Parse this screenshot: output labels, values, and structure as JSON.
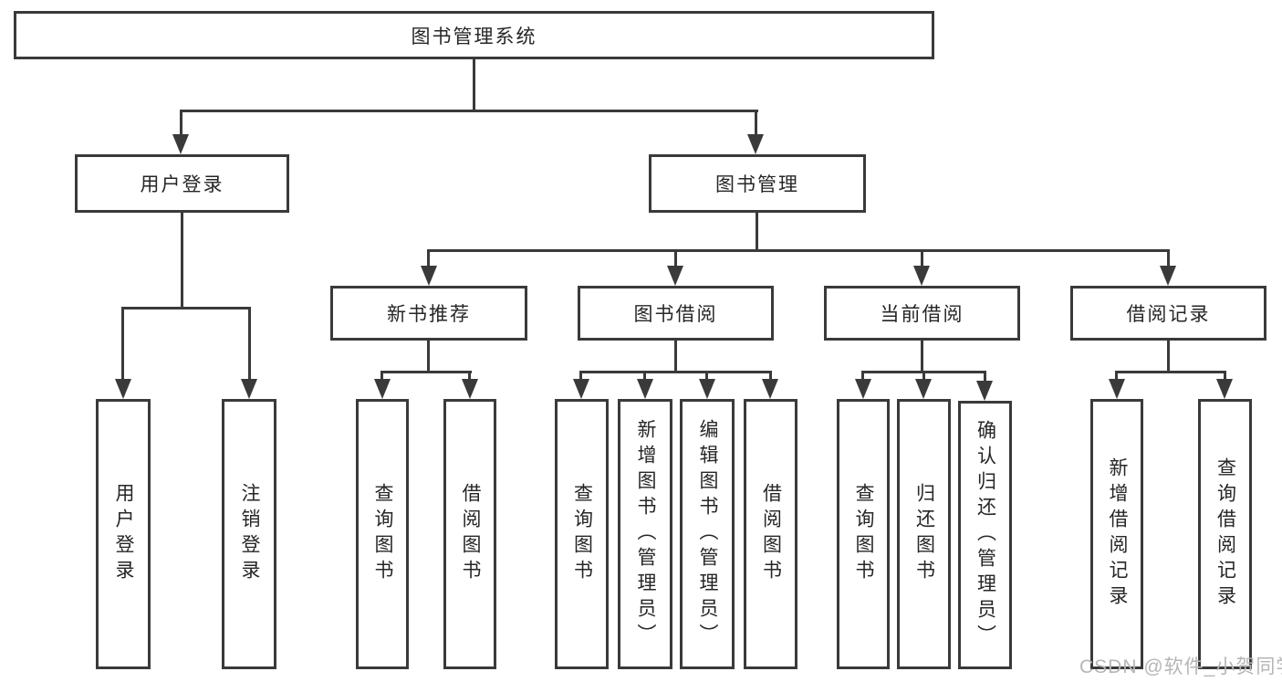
{
  "root": {
    "label": "图书管理系统"
  },
  "level2": {
    "user_login": {
      "label": "用户登录"
    },
    "book_mgmt": {
      "label": "图书管理"
    }
  },
  "level3": {
    "new_books": {
      "label": "新书推荐"
    },
    "book_borrow": {
      "label": "图书借阅"
    },
    "current_borrow": {
      "label": "当前借阅"
    },
    "borrow_records": {
      "label": "借阅记录"
    }
  },
  "leaves": {
    "user_login_leaf": "用户登录",
    "logout": "注销登录",
    "nb_query_books": "查询图书",
    "nb_borrow_books": "借阅图书",
    "bb_query_books": "查询图书",
    "bb_add_books": "新增图书（管理员）",
    "bb_edit_books": "编辑图书（管理员）",
    "bb_borrow_books": "借阅图书",
    "cb_query_books": "查询图书",
    "cb_return_books": "归还图书",
    "cb_confirm_return": "确认归还（管理员）",
    "br_add_record": "新增借阅记录",
    "br_query_record": "查询借阅记录"
  },
  "watermark": {
    "label": "CSDN @软件_小贺同学"
  },
  "colors": {
    "line": "#3a3a3a",
    "text": "#262626",
    "watermark": "#b6b6b6",
    "background": "#ffffff"
  }
}
